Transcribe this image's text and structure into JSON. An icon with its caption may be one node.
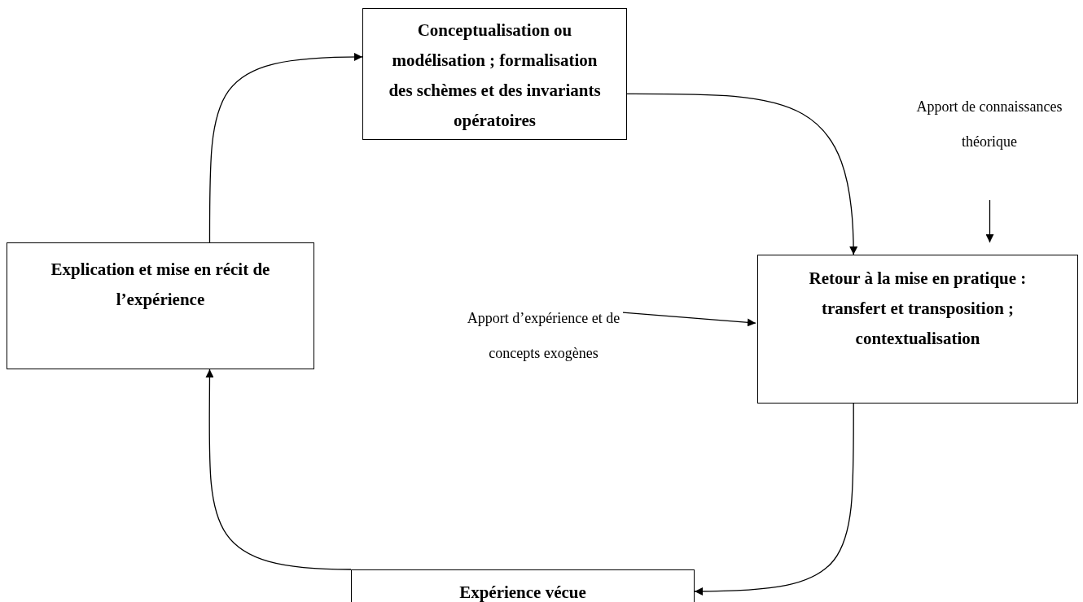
{
  "diagram": {
    "nodes": [
      {
        "text": [
          "Conceptualisation ou modélisation ; formalisation des schèmes et des invariants opératoires"
        ]
      },
      {
        "text": [
          "Explication et mise en récit de l’expérience"
        ]
      },
      {
        "text": [
          "Retour à la mise en pratique : transfert et transposition ; contextualisation"
        ]
      },
      {
        "text": [
          "Expérience vécue"
        ]
      },
      {
        "text": [
          "Apport de connaissances théorique"
        ]
      },
      {
        "text": [
          "Apport d’expérience et de concepts exogènes"
        ]
      }
    ],
    "edges": [
      {
        "from": 1,
        "to": 0,
        "arrow": "to"
      },
      {
        "from": 0,
        "to": 2,
        "arrow": "to"
      },
      {
        "from": 2,
        "to": 3,
        "arrow": "to"
      },
      {
        "from": 3,
        "to": 1,
        "arrow": "to"
      },
      {
        "from": 4,
        "to": 2,
        "arrow": "to"
      },
      {
        "from": 5,
        "to": 2,
        "arrow": "to"
      }
    ]
  }
}
